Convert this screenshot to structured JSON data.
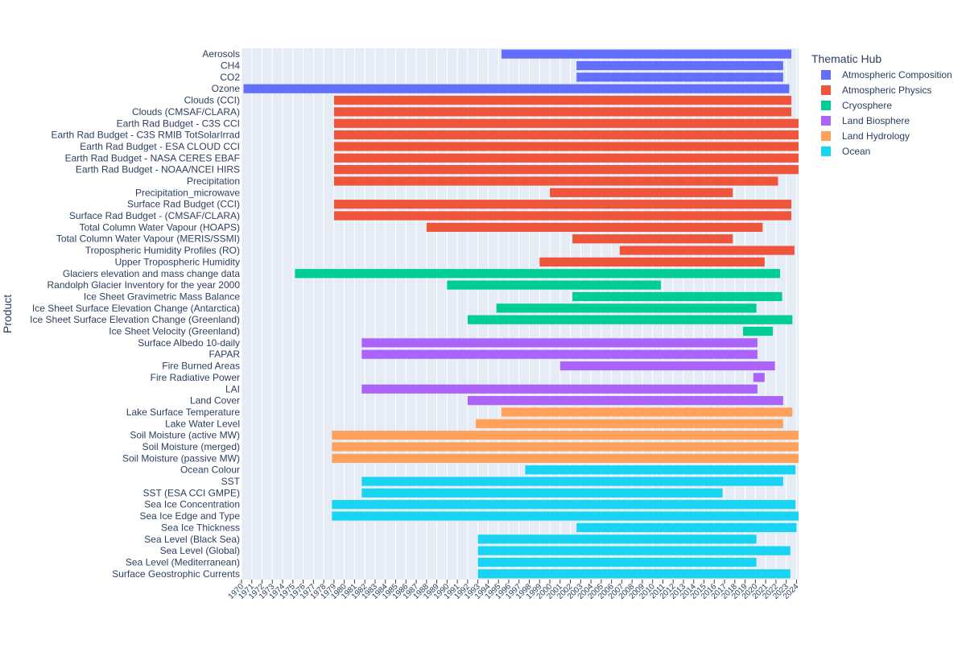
{
  "chart_data": {
    "type": "gantt",
    "ylabel": "Product",
    "xlabel": "",
    "xlim": [
      1970,
      2024.2
    ],
    "x_ticks": [
      1970,
      1971,
      1972,
      1973,
      1974,
      1975,
      1976,
      1977,
      1978,
      1979,
      1980,
      1981,
      1982,
      1983,
      1984,
      1985,
      1986,
      1987,
      1988,
      1989,
      1990,
      1991,
      1992,
      1993,
      1994,
      1995,
      1996,
      1997,
      1998,
      1999,
      2000,
      2001,
      2002,
      2003,
      2004,
      2005,
      2006,
      2007,
      2008,
      2009,
      2010,
      2011,
      2012,
      2013,
      2014,
      2015,
      2016,
      2017,
      2018,
      2019,
      2020,
      2021,
      2022,
      2023,
      2024
    ],
    "legend": {
      "title": "Thematic Hub",
      "position": "top-right",
      "entries": [
        {
          "name": "Atmospheric Composition",
          "color": "#636efa"
        },
        {
          "name": "Atmospheric Physics",
          "color": "#ef553b"
        },
        {
          "name": "Cryosphere",
          "color": "#00cc96"
        },
        {
          "name": "Land Biosphere",
          "color": "#ab63fa"
        },
        {
          "name": "Land Hydrology",
          "color": "#ffa15a"
        },
        {
          "name": "Ocean",
          "color": "#19d3f3"
        }
      ]
    },
    "bars": [
      {
        "product": "Aerosols",
        "hub": "Atmospheric Composition",
        "start": 1995.3,
        "end": 2023.5
      },
      {
        "product": "CH4",
        "hub": "Atmospheric Composition",
        "start": 2002.6,
        "end": 2022.7
      },
      {
        "product": "CO2",
        "hub": "Atmospheric Composition",
        "start": 2002.6,
        "end": 2022.7
      },
      {
        "product": "Ozone",
        "hub": "Atmospheric Composition",
        "start": 1970.2,
        "end": 2023.3
      },
      {
        "product": "Clouds (CCI)",
        "hub": "Atmospheric Physics",
        "start": 1979.0,
        "end": 2023.5
      },
      {
        "product": "Clouds (CMSAF/CLARA)",
        "hub": "Atmospheric Physics",
        "start": 1979.0,
        "end": 2023.5
      },
      {
        "product": "Earth Rad Budget - C3S CCI",
        "hub": "Atmospheric Physics",
        "start": 1979.0,
        "end": 2024.2
      },
      {
        "product": "Earth Rad Budget - C3S RMIB TotSolarIrrad",
        "hub": "Atmospheric Physics",
        "start": 1979.0,
        "end": 2024.2
      },
      {
        "product": "Earth Rad Budget - ESA CLOUD CCI",
        "hub": "Atmospheric Physics",
        "start": 1979.0,
        "end": 2024.2
      },
      {
        "product": "Earth Rad Budget - NASA CERES EBAF",
        "hub": "Atmospheric Physics",
        "start": 1979.0,
        "end": 2024.2
      },
      {
        "product": "Earth Rad Budget - NOAA/NCEI HIRS",
        "hub": "Atmospheric Physics",
        "start": 1979.0,
        "end": 2024.2
      },
      {
        "product": "Precipitation",
        "hub": "Atmospheric Physics",
        "start": 1979.0,
        "end": 2022.2
      },
      {
        "product": "Precipitation_microwave",
        "hub": "Atmospheric Physics",
        "start": 2000.0,
        "end": 2017.8
      },
      {
        "product": "Surface Rad Budget (CCI)",
        "hub": "Atmospheric Physics",
        "start": 1979.0,
        "end": 2023.5
      },
      {
        "product": "Surface Rad Budget - (CMSAF/CLARA)",
        "hub": "Atmospheric Physics",
        "start": 1979.0,
        "end": 2023.5
      },
      {
        "product": "Total Column Water Vapour (HOAPS)",
        "hub": "Atmospheric Physics",
        "start": 1988.0,
        "end": 2020.7
      },
      {
        "product": "Total Column Water Vapour (MERIS/SSMI)",
        "hub": "Atmospheric Physics",
        "start": 2002.2,
        "end": 2017.8
      },
      {
        "product": "Tropospheric Humidity Profiles (RO)",
        "hub": "Atmospheric Physics",
        "start": 2006.8,
        "end": 2023.8
      },
      {
        "product": "Upper Tropospheric Humidity",
        "hub": "Atmospheric Physics",
        "start": 1999.0,
        "end": 2020.9
      },
      {
        "product": "Glaciers elevation and mass change data",
        "hub": "Cryosphere",
        "start": 1975.2,
        "end": 2022.4
      },
      {
        "product": "Randolph Glacier Inventory for the year 2000",
        "hub": "Cryosphere",
        "start": 1990.0,
        "end": 2010.8
      },
      {
        "product": "Ice Sheet Gravimetric Mass Balance",
        "hub": "Cryosphere",
        "start": 2002.2,
        "end": 2022.6
      },
      {
        "product": "Ice Sheet Surface Elevation Change (Antarctica)",
        "hub": "Cryosphere",
        "start": 1994.8,
        "end": 2020.1
      },
      {
        "product": "Ice Sheet Surface Elevation Change (Greenland)",
        "hub": "Cryosphere",
        "start": 1992.0,
        "end": 2023.6
      },
      {
        "product": "Ice Sheet Velocity (Greenland)",
        "hub": "Cryosphere",
        "start": 2018.8,
        "end": 2021.7
      },
      {
        "product": "Surface Albedo 10-daily",
        "hub": "Land Biosphere",
        "start": 1981.7,
        "end": 2020.2
      },
      {
        "product": "FAPAR",
        "hub": "Land Biosphere",
        "start": 1981.7,
        "end": 2020.2
      },
      {
        "product": "Fire Burned Areas",
        "hub": "Land Biosphere",
        "start": 2001.0,
        "end": 2021.9
      },
      {
        "product": "Fire Radiative Power",
        "hub": "Land Biosphere",
        "start": 2019.8,
        "end": 2020.9
      },
      {
        "product": "LAI",
        "hub": "Land Biosphere",
        "start": 1981.7,
        "end": 2020.2
      },
      {
        "product": "Land Cover",
        "hub": "Land Biosphere",
        "start": 1992.0,
        "end": 2022.7
      },
      {
        "product": "Lake Surface Temperature",
        "hub": "Land Hydrology",
        "start": 1995.3,
        "end": 2023.6
      },
      {
        "product": "Lake Water Level",
        "hub": "Land Hydrology",
        "start": 1992.8,
        "end": 2022.7
      },
      {
        "product": "Soil Moisture (active MW)",
        "hub": "Land Hydrology",
        "start": 1978.8,
        "end": 2024.2
      },
      {
        "product": "Soil Moisture (merged)",
        "hub": "Land Hydrology",
        "start": 1978.8,
        "end": 2024.2
      },
      {
        "product": "Soil Moisture (passive MW)",
        "hub": "Land Hydrology",
        "start": 1978.8,
        "end": 2024.2
      },
      {
        "product": "Ocean Colour",
        "hub": "Ocean",
        "start": 1997.6,
        "end": 2023.9
      },
      {
        "product": "SST",
        "hub": "Ocean",
        "start": 1981.7,
        "end": 2022.7
      },
      {
        "product": "SST (ESA CCI GMPE)",
        "hub": "Ocean",
        "start": 1981.7,
        "end": 2016.8
      },
      {
        "product": "Sea Ice Concentration",
        "hub": "Ocean",
        "start": 1978.8,
        "end": 2023.9
      },
      {
        "product": "Sea Ice Edge and Type",
        "hub": "Ocean",
        "start": 1978.8,
        "end": 2024.2
      },
      {
        "product": "Sea Ice Thickness",
        "hub": "Ocean",
        "start": 2002.6,
        "end": 2024.0
      },
      {
        "product": "Sea Level (Black Sea)",
        "hub": "Ocean",
        "start": 1993.0,
        "end": 2020.1
      },
      {
        "product": "Sea Level (Global)",
        "hub": "Ocean",
        "start": 1993.0,
        "end": 2023.4
      },
      {
        "product": "Sea Level (Mediterranean)",
        "hub": "Ocean",
        "start": 1993.0,
        "end": 2020.1
      },
      {
        "product": "Surface Geostrophic Currents",
        "hub": "Ocean",
        "start": 1993.0,
        "end": 2023.4
      }
    ]
  }
}
